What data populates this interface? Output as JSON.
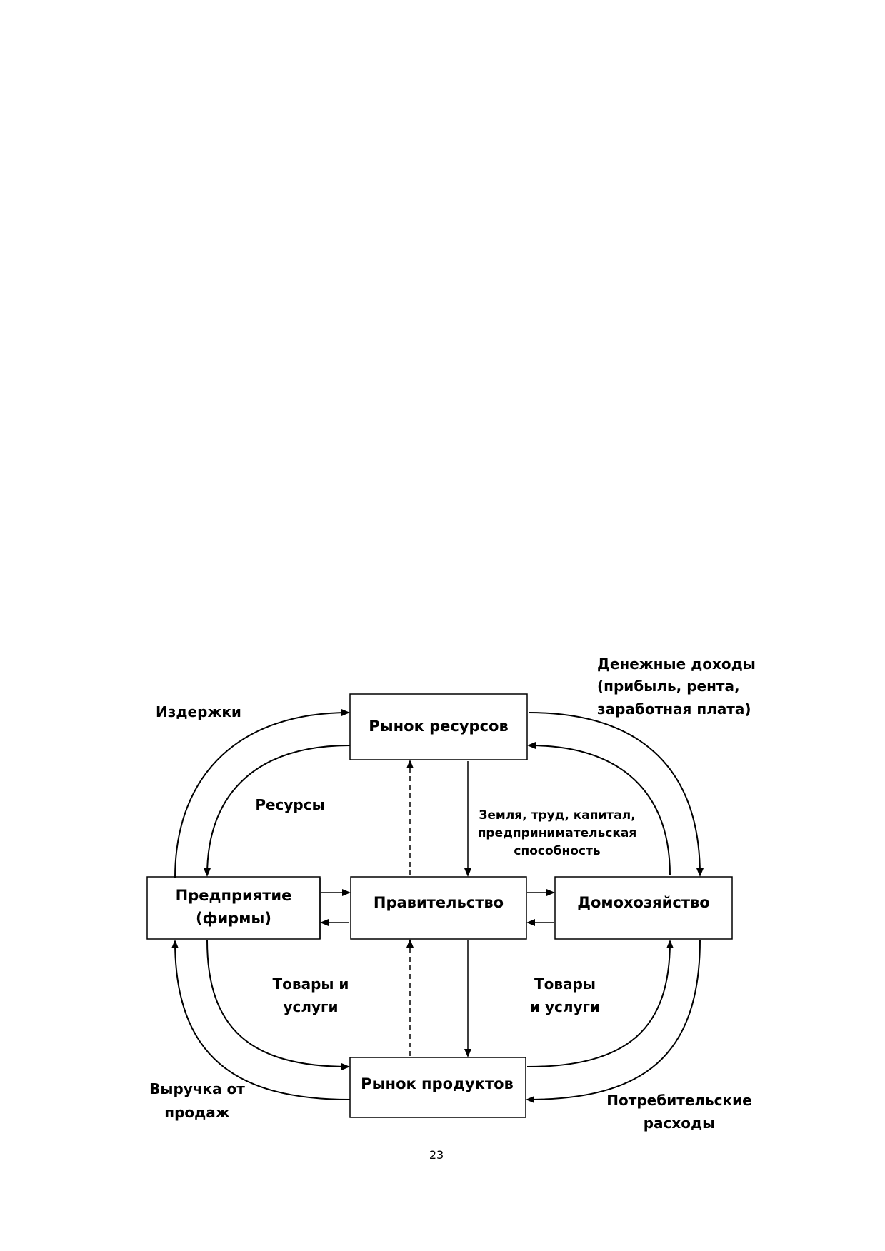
{
  "diagram": {
    "boxes": {
      "resource_market": "Рынок ресурсов",
      "firms_line1": "Предприятие",
      "firms_line2": "(фирмы)",
      "government": "Правительство",
      "households": "Домохозяйство",
      "product_market": "Рынок продуктов"
    },
    "labels": {
      "costs": "Издержки",
      "money_income_line1": "Денежные доходы",
      "money_income_line2": "(прибыль, рента,",
      "money_income_line3": "заработная плата)",
      "resources": "Ресурсы",
      "factors_line1": "Земля, труд, капитал,",
      "factors_line2": "предпринимательская",
      "factors_line3": "способность",
      "goods_left_line1": "Товары и",
      "goods_left_line2": "услуги",
      "goods_right_line1": "Товары",
      "goods_right_line2": "и услуги",
      "revenue_line1": "Выручка от",
      "revenue_line2": "продаж",
      "consumer_line1": "Потребительские",
      "consumer_line2": "расходы"
    }
  },
  "page": {
    "number": "23"
  }
}
